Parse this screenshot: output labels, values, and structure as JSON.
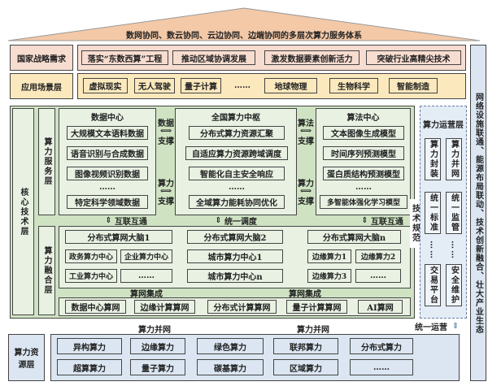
{
  "roof_title": "数网协同、数云协同、云边协同、边端协同的多层次算力服务体系",
  "strategy": {
    "label": "国家战略需求",
    "items": [
      "落实“东数西算”工程",
      "推动区域协调发展",
      "激发数据要素创新活力",
      "突破行业高精尖技术"
    ]
  },
  "scenes": {
    "label": "应用场景层",
    "items": [
      "虚拟现实",
      "无人驾驶",
      "量子计算",
      "……",
      "地球物理",
      "生物科学",
      "智能制造"
    ]
  },
  "core_label": "核心技术层",
  "service_label": "算力服务层",
  "data_center": {
    "title": "数据中心",
    "items": [
      "大规模文本语料数据",
      "语音识别与合成数据",
      "图像视频识别数据",
      "……",
      "特定科学领域数据"
    ]
  },
  "hub": {
    "title": "全国算力中枢",
    "items": [
      "分布式算力资源汇聚",
      "自适应算力资源跨域调度",
      "智能化自主安全响应",
      "……",
      "全域算力能耗协同优化"
    ]
  },
  "algo": {
    "title": "算法中心",
    "items": [
      "文本图像生成模型",
      "时间序列预测模型",
      "蛋白质结构预测模型",
      "……",
      "多智能体强化学习模型"
    ]
  },
  "arrows": {
    "data_top": "数据",
    "data_bot": "支撑",
    "power_top": "算力",
    "power_bot": "支撑",
    "algo_top": "算法",
    "algo_bot": "支撑",
    "power2_top": "算力",
    "power2_bot": "支撑"
  },
  "links": {
    "left": "互联互通",
    "mid": "统一调度",
    "right": "互联互通"
  },
  "fusion_label": "算力融合层",
  "fusion": {
    "brain1": "分布式算网大脑1",
    "brain2": "分布式算网大脑2",
    "brainn": "分布式算网大脑n",
    "gov": "政务算力中心",
    "ent": "企业算力中心",
    "ind": "工业算力中心",
    "dots1": "……",
    "city1": "城市算力中心1",
    "cityn": "城市算力中心n",
    "edge1": "边缘算力1",
    "edge2": "边缘算力2",
    "edge3": "边缘算力3",
    "dots2": "……"
  },
  "integration": [
    "算网集成",
    "算网集成"
  ],
  "nets": [
    "数据中心算网",
    "边缘计算算网",
    "分布式计算算网",
    "量子计算算网",
    "AI算网"
  ],
  "tech_spec": "技术规范",
  "ops": {
    "title": "算力运营层",
    "items": [
      "算力封装",
      "算力并网",
      "统一标准",
      "统一监管",
      "……",
      "……",
      "交易平台",
      "安全维护"
    ]
  },
  "unified_ops": "统一运营",
  "grid_labels": [
    "算力并网",
    "算力并网"
  ],
  "resources": {
    "label": "算力资源层",
    "items": [
      "异构算力",
      "边缘算力",
      "绿色算力",
      "联邦算力",
      "分布式算力",
      "超算算力",
      "量子算力",
      "碳基算力",
      "区域算力",
      "……"
    ]
  },
  "right_banner": "网络设施联通、能源布局联动、技术创新融合、壮大产业生态",
  "colors": {
    "pink": "#f7dcd0",
    "yellow": "#fbe8bd",
    "green": "#cfe3c3",
    "blue": "#dbe6f2"
  }
}
